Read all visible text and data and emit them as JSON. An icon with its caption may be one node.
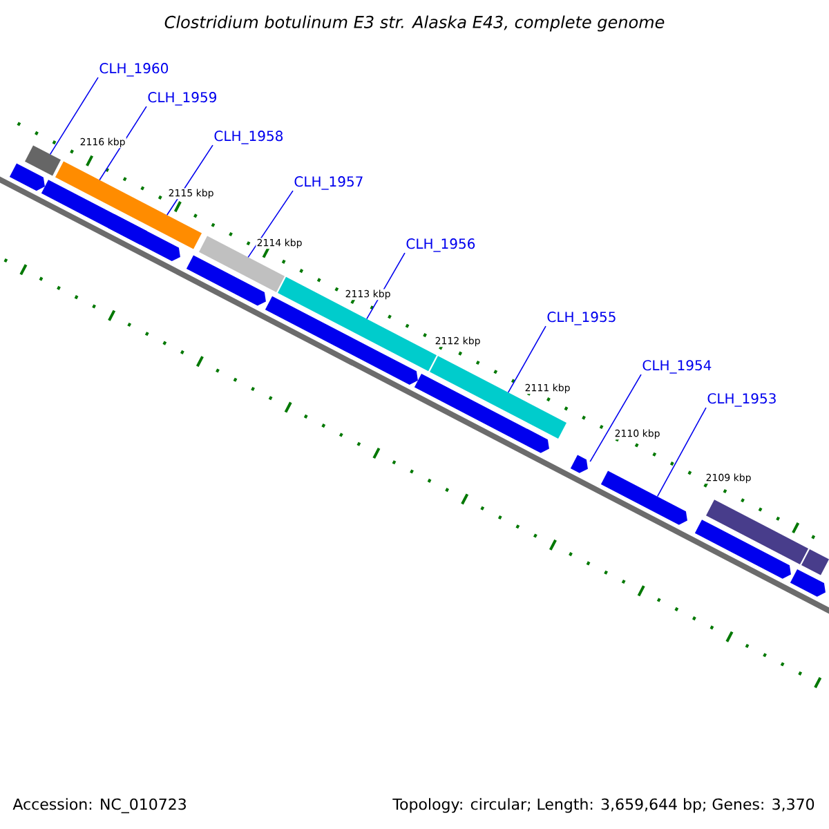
{
  "diagram": {
    "title": "Clostridium botulinum E3 str. Alaska E43, complete genome",
    "nodes": [
      {
        "text": [
          "CLH_1960"
        ]
      },
      {
        "text": [
          "CLH_1959"
        ]
      },
      {
        "text": [
          "CLH_1958"
        ]
      },
      {
        "text": [
          "CLH_1957"
        ]
      },
      {
        "text": [
          "CLH_1956"
        ]
      },
      {
        "text": [
          "CLH_1955"
        ]
      },
      {
        "text": [
          "CLH_1954"
        ]
      },
      {
        "text": [
          "CLH_1953"
        ]
      },
      {
        "text": [],
        "shape": "bar"
      },
      {
        "text": [],
        "shape": "bar"
      },
      {
        "text": [],
        "shape": "bar"
      },
      {
        "text": [],
        "shape": "bar"
      },
      {
        "text": [],
        "shape": "bar"
      },
      {
        "text": [],
        "shape": "bar"
      },
      {
        "text": [],
        "shape": "bar"
      },
      {
        "text": [],
        "shape": "box"
      },
      {
        "text": [],
        "shape": "box"
      },
      {
        "text": [],
        "shape": "box"
      },
      {
        "text": [],
        "shape": "box"
      },
      {
        "text": [],
        "shape": "box"
      },
      {
        "text": [],
        "shape": "box"
      },
      {
        "text": [],
        "shape": "box"
      },
      {
        "text": [],
        "shape": "box"
      },
      {
        "text": [],
        "shape": "box"
      },
      {
        "text": [],
        "shape": "box"
      }
    ],
    "edges": [
      {
        "from": 0,
        "to": 8,
        "arrow": "none"
      },
      {
        "from": 1,
        "to": 9,
        "arrow": "none"
      },
      {
        "from": 2,
        "to": 9,
        "arrow": "none"
      },
      {
        "from": 3,
        "to": 10,
        "arrow": "none"
      },
      {
        "from": 4,
        "to": 11,
        "arrow": "none"
      },
      {
        "from": 5,
        "to": 12,
        "arrow": "none"
      },
      {
        "from": 6,
        "to": 21,
        "arrow": "none"
      },
      {
        "from": 7,
        "to": 22,
        "arrow": "none"
      }
    ],
    "labels": [
      "2116 kbp",
      "2115 kbp",
      "2114 kbp",
      "2113 kbp",
      "2112 kbp",
      "2111 kbp",
      "2110 kbp",
      "2109 kbp",
      "Accession: NC_010723",
      "Topology: circular; Length: 3,659,644 bp; Genes: 3,370"
    ]
  }
}
